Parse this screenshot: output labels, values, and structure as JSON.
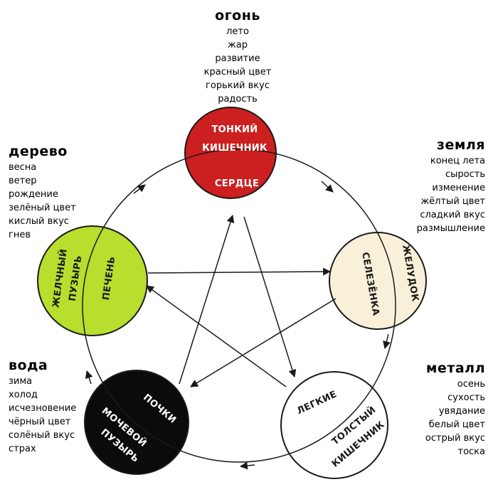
{
  "colors": {
    "fire": "#cc1f1f",
    "earth": "#f8f0d8",
    "metal": "#ffffff",
    "water": "#0b0b0b",
    "wood": "#b8de2e",
    "line": "#1a1a1a"
  },
  "elements": {
    "fire": {
      "title": "огонь",
      "attributes": [
        "лето",
        "жар",
        "развитие",
        "красный цвет",
        "горький вкус",
        "радость"
      ],
      "organs": [
        "ТОНКИЙ",
        "КИШЕЧНИК",
        "СЕРДЦЕ"
      ]
    },
    "earth": {
      "title": "земля",
      "attributes": [
        "конец лета",
        "сырость",
        "изменение",
        "жёлтый цвет",
        "сладкий вкус",
        "размышление"
      ],
      "organs": [
        "СЕЛЕЗЁНКА",
        "ЖЕЛУДОК"
      ]
    },
    "metal": {
      "title": "металл",
      "attributes": [
        "осень",
        "сухость",
        "увядание",
        "белый цвет",
        "острый вкус",
        "тоска"
      ],
      "organs": [
        "ЛЕГКИЕ",
        "ТОЛСТЫЙ",
        "КИШЕЧНИК"
      ]
    },
    "water": {
      "title": "вода",
      "attributes": [
        "зима",
        "холод",
        "исчезновение",
        "чёрный цвет",
        "солёный вкус",
        "страх"
      ],
      "organs": [
        "ПОЧКИ",
        "МОЧЕВОЙ",
        "ПУЗЫРЬ"
      ]
    },
    "wood": {
      "title": "дерево",
      "attributes": [
        "весна",
        "ветер",
        "рождение",
        "зелёный цвет",
        "кислый вкус",
        "гнев"
      ],
      "organs": [
        "ЖЕЛЧНЫЙ",
        "ПУЗЫРЬ",
        "ПЕЧЕНЬ"
      ]
    }
  }
}
